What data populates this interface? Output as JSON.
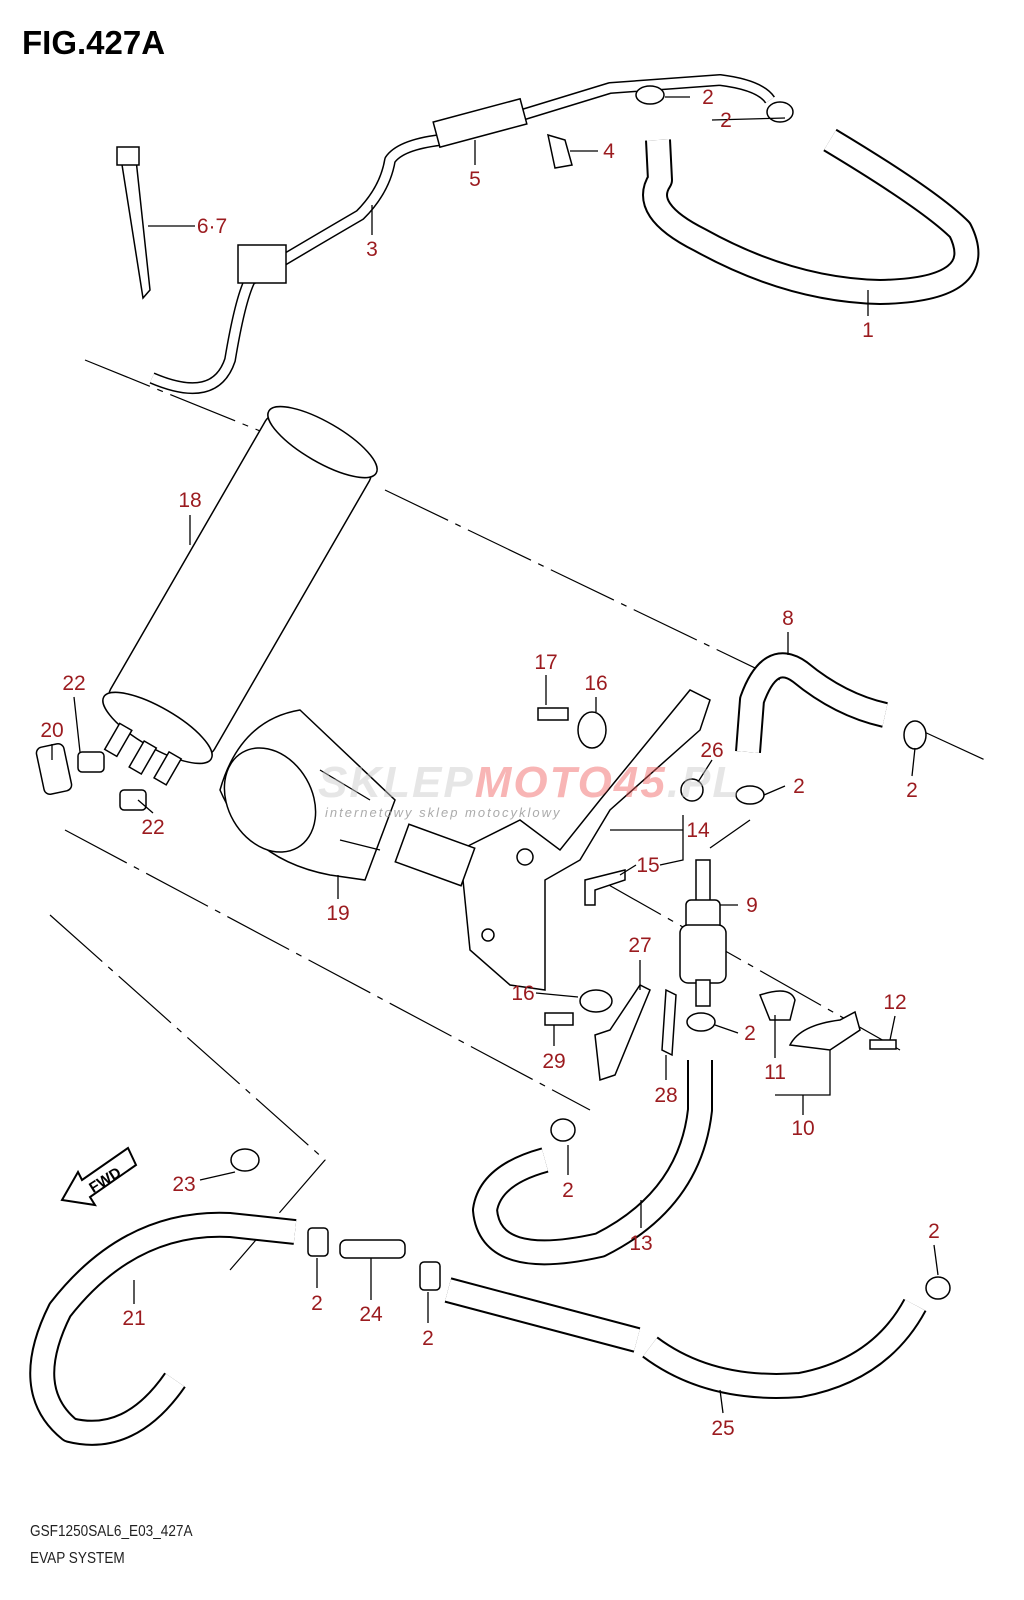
{
  "title": "FIG.427A",
  "drawing_code": "GSF1250SAL6_E03_427A",
  "section": "EVAP SYSTEM",
  "watermark": {
    "brand_a": "SKLEP",
    "brand_b": "MOTO45",
    "brand_c": ".PL",
    "tagline": "internetowy sklep motocyklowy"
  },
  "fwd_label": "FWD",
  "label_color": "#9b1b1f",
  "callouts": [
    "1",
    "2",
    "2",
    "4",
    "5",
    "6·7",
    "3",
    "18",
    "8",
    "17",
    "16",
    "22",
    "20",
    "26",
    "2",
    "2",
    "22",
    "14",
    "15",
    "9",
    "19",
    "27",
    "16",
    "12",
    "2",
    "29",
    "11",
    "28",
    "10",
    "2",
    "23",
    "13",
    "2",
    "21",
    "2",
    "24",
    "2",
    "25"
  ]
}
